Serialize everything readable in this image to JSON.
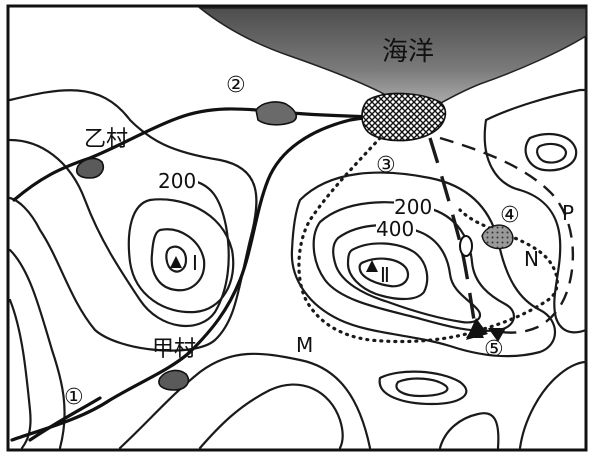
{
  "map": {
    "labels": {
      "ocean": "海洋",
      "village_yi": "乙村",
      "village_jia": "甲村",
      "peak_1": "Ⅰ",
      "peak_2": "Ⅱ",
      "point_m": "M",
      "point_n": "N",
      "point_p": "P"
    },
    "contour_labels": {
      "c200_left": "200",
      "c200_right": "200",
      "c400_right": "400"
    },
    "markers": {
      "m1": "①",
      "m2": "②",
      "m3": "③",
      "m4": "④",
      "m5": "⑤"
    },
    "colors": {
      "ocean": "#6e6e6e",
      "line": "#111111",
      "village_fill": "#5a5a5a",
      "port_fill": "#3a3a3a"
    }
  }
}
